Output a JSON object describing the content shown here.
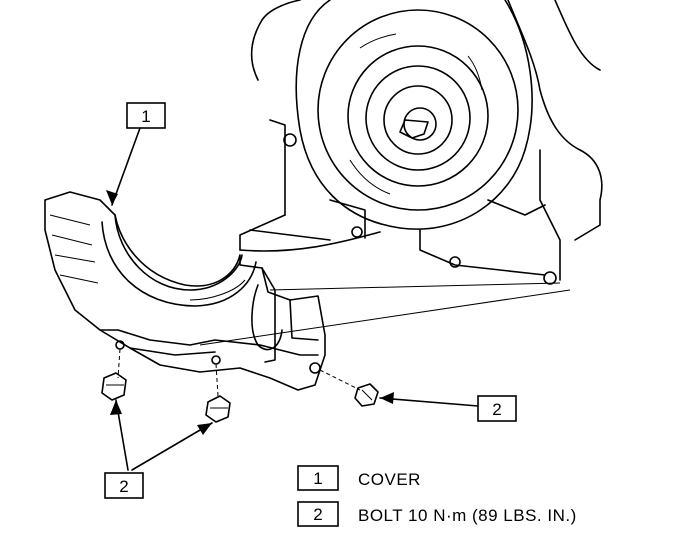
{
  "callouts": [
    {
      "id": "callout-1-top",
      "number": "1"
    },
    {
      "id": "callout-2-right",
      "number": "2"
    },
    {
      "id": "callout-2-bottom",
      "number": "2"
    }
  ],
  "legend": [
    {
      "number": "1",
      "text": "COVER"
    },
    {
      "number": "2",
      "text": "BOLT 10 N·m (89 LBS. IN.)"
    }
  ]
}
